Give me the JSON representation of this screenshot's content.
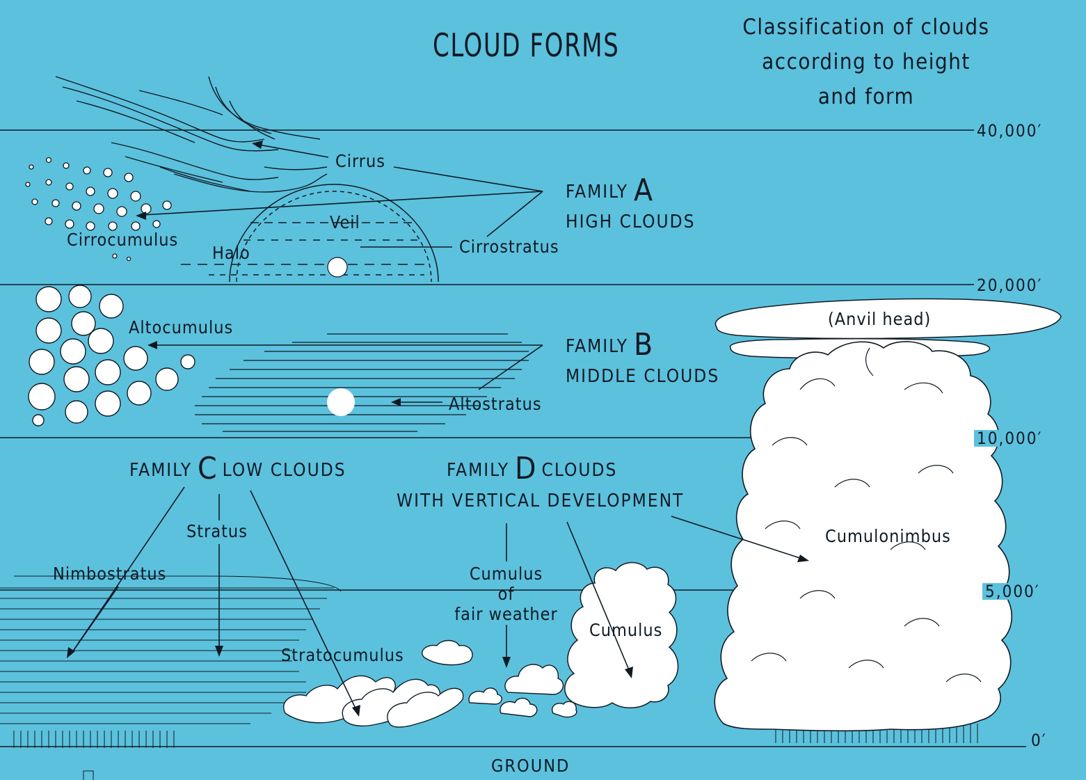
{
  "title": "CLOUD FORMS",
  "subtitle": [
    "Classification of clouds",
    "according to height",
    "and form"
  ],
  "altitudes": [
    "40,000′",
    "20,000′",
    "10,000′",
    "5,000′",
    "0′"
  ],
  "ground": "GROUND",
  "family_a": {
    "word": "FAMILY",
    "letter": "A",
    "name": "HIGH CLOUDS"
  },
  "family_b": {
    "word": "FAMILY",
    "letter": "B",
    "name": "MIDDLE CLOUDS"
  },
  "family_c": {
    "word": "FAMILY",
    "letter": "C",
    "name": "LOW CLOUDS"
  },
  "family_d": {
    "word": "FAMILY",
    "letter": "D",
    "name": "CLOUDS",
    "line2": "WITH VERTICAL DEVELOPMENT"
  },
  "clouds": {
    "cirrus": "Cirrus",
    "cirrocumulus": "Cirrocumulus",
    "veil": "Veil",
    "halo": "Halo",
    "cirrostratus": "Cirrostratus",
    "altocumulus": "Altocumulus",
    "altostratus": "Altostratus",
    "stratus": "Stratus",
    "nimbostratus": "Nimbostratus",
    "stratocumulus": "Stratocumulus",
    "cumulus_fair": [
      "Cumulus",
      "of",
      "fair weather"
    ],
    "cumulus": "Cumulus",
    "cumulonimbus": "Cumulonimbus",
    "anvil_head": "(Anvil head)"
  },
  "colors": {
    "sky": "#5cc1dd",
    "ink": "#0f1a24",
    "cloud": "#ffffff"
  }
}
